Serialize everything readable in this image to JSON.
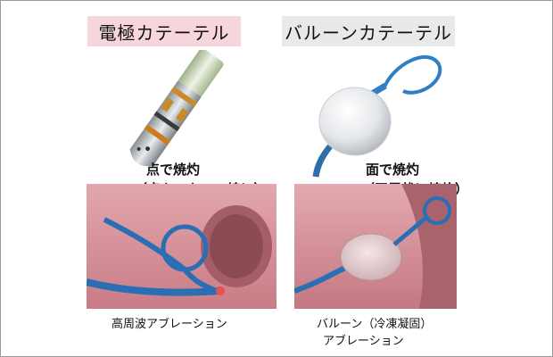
{
  "titles": {
    "left": "電極カテーテル",
    "right": "バルーンカテーテル"
  },
  "captions": {
    "left_line1": "点で焼灼",
    "left_line2": "（点をつないで線に）",
    "right_line1": "面で焼灼",
    "right_line2": "（円周状に焼灼）"
  },
  "footers": {
    "left": "高周波アブレーション",
    "right_line1": "バルーン（冷凍凝固）",
    "right_line2": "アブレーション"
  },
  "colors": {
    "title_left_bg": "#f6d6da",
    "title_right_bg": "#e9e9ea",
    "catheter_blue": "#2a6fb3",
    "tissue_pink": "#d98c95"
  }
}
